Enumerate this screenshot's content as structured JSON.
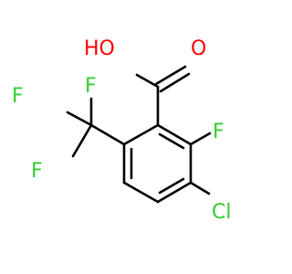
{
  "molecule": {
    "atoms": {
      "hydroxyl": {
        "label": "HO",
        "color": "#ff0000"
      },
      "carbonyl_oxygen": {
        "label": "O",
        "color": "#ff0000"
      },
      "fluorine_ring": {
        "label": "F",
        "color": "#33cc33"
      },
      "chlorine": {
        "label": "Cl",
        "color": "#33cc33"
      },
      "cf3_f_top": {
        "label": "F",
        "color": "#33cc33"
      },
      "cf3_f_left": {
        "label": "F",
        "color": "#33cc33"
      },
      "cf3_f_bottom": {
        "label": "F",
        "color": "#33cc33"
      }
    },
    "bond_color": "#000000"
  }
}
